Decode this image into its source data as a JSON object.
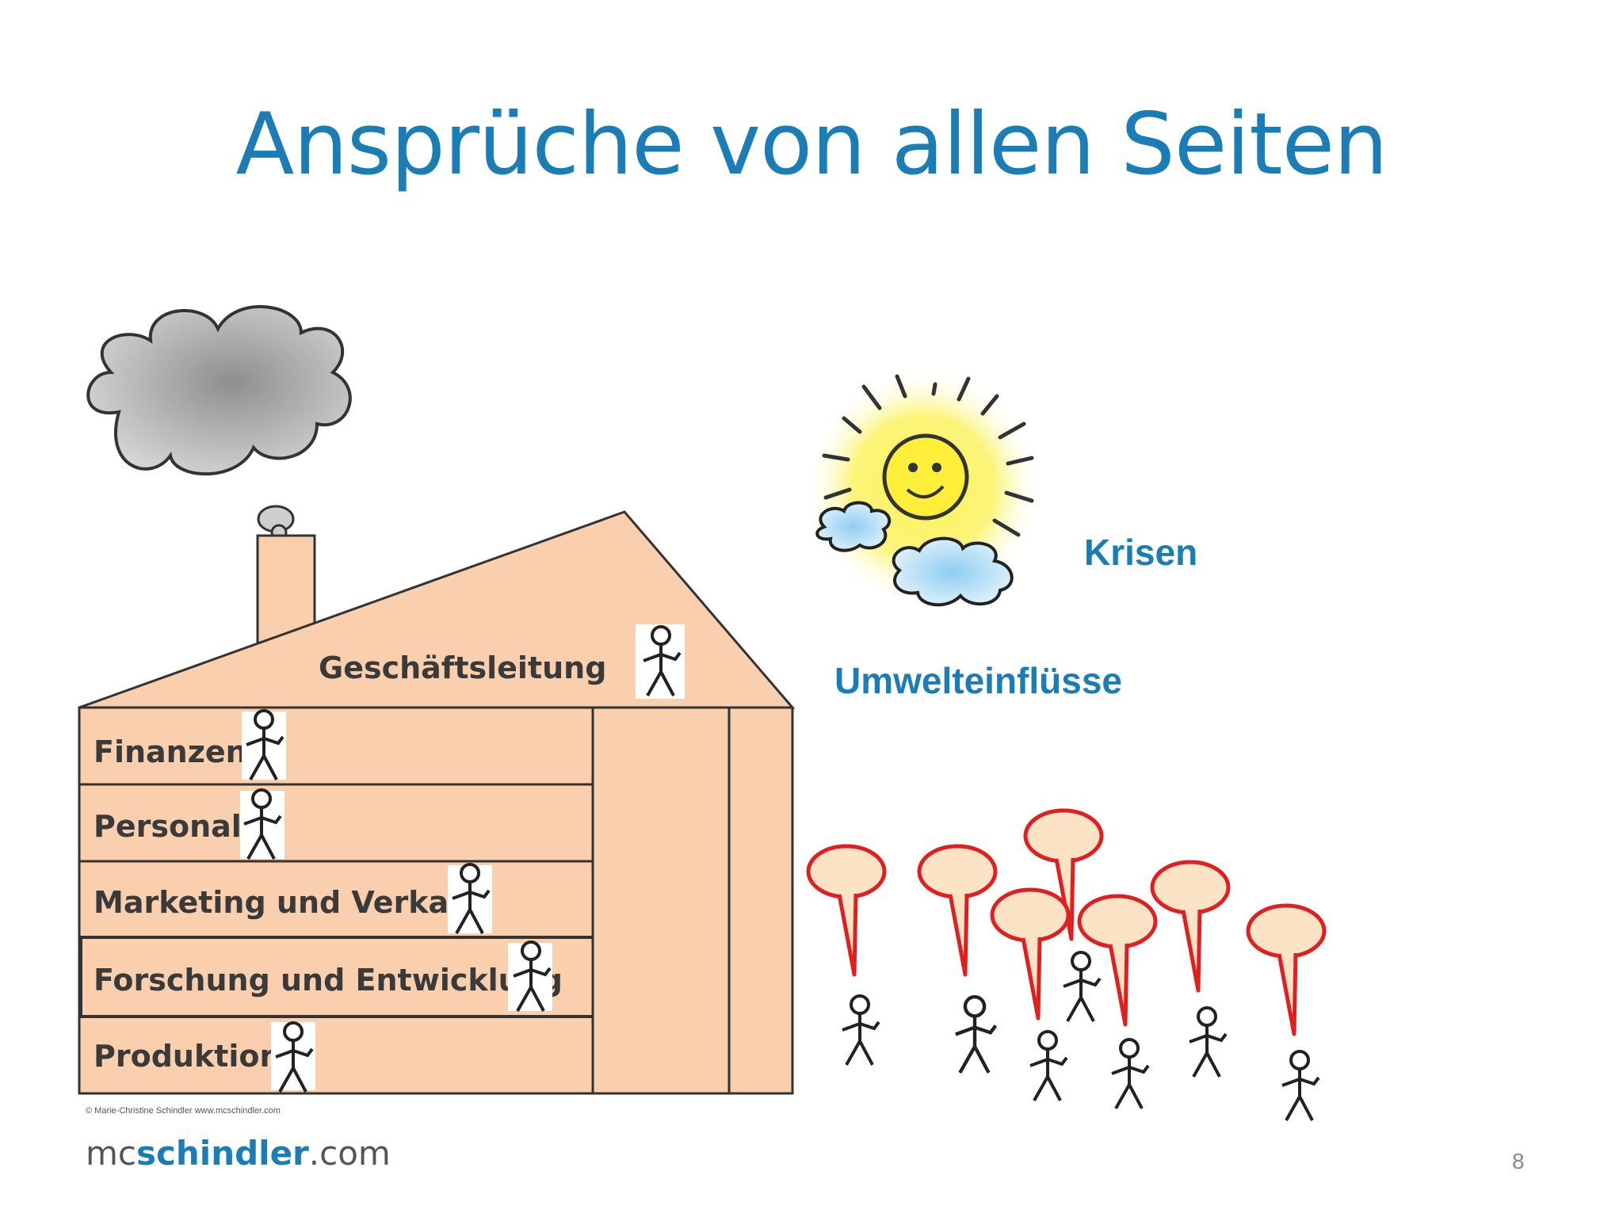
{
  "title": "Ansprüche von allen Seiten",
  "house": {
    "roof_label": "Geschäftsleitung",
    "floors": [
      "Finanzen",
      "Personal",
      "Marketing und Verkauf",
      "Forschung und Entwicklung",
      "Produktion"
    ]
  },
  "labels": {
    "krisen": "Krisen",
    "umwelt": "Umwelteinflüsse"
  },
  "copyright": "© Marie-Christine Schindler www.mcschindler.com",
  "brand": {
    "prefix": "mc",
    "name": "schindler",
    "suffix": ".com"
  },
  "page_number": "8",
  "colors": {
    "title": "#1a7db5",
    "house_fill": "#f9cfae",
    "bubble_stroke": "#e02020",
    "bubble_fill": "#fde3c6"
  },
  "icons": [
    "thought-cloud-icon",
    "sun-icon",
    "stick-figure-icon",
    "speech-bubble-icon"
  ]
}
